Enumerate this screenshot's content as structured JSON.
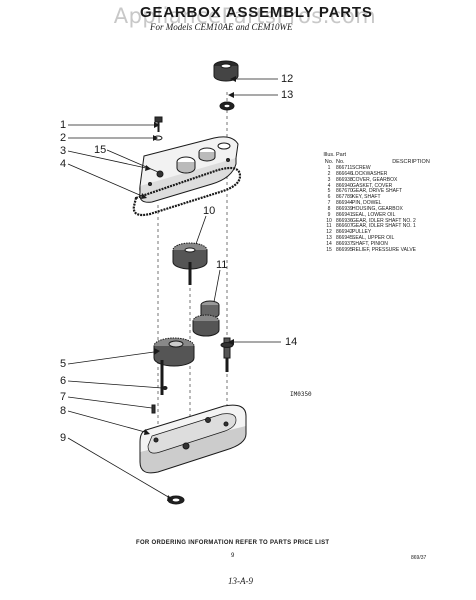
{
  "watermark": "AppliancePartsPros.com",
  "title": "GEARBOX ASSEMBLY PARTS",
  "subtitle": "For Models CEM10AE and CEM10WE",
  "figure_code": "IM0350",
  "callouts": [
    "1",
    "2",
    "3",
    "4",
    "5",
    "6",
    "7",
    "8",
    "9",
    "10",
    "11",
    "12",
    "13",
    "14",
    "15"
  ],
  "parts_table": {
    "headers": {
      "illus_top": "Illus.",
      "illus_bottom": "No.",
      "part_top": "Part",
      "part_bottom": "No.",
      "description": "DESCRIPTION"
    },
    "rows": [
      {
        "no": "1",
        "part": "866711",
        "desc": "SCREW"
      },
      {
        "no": "2",
        "part": "866646",
        "desc": "LOCKWASHER"
      },
      {
        "no": "3",
        "part": "866938",
        "desc": "COVER, GEARBOX"
      },
      {
        "no": "4",
        "part": "866940",
        "desc": "GASKET, COVER"
      },
      {
        "no": "5",
        "part": "867670",
        "desc": "GEAR, DRIVE SHAFT"
      },
      {
        "no": "6",
        "part": "867789",
        "desc": "KEY, SHAFT"
      },
      {
        "no": "7",
        "part": "866944",
        "desc": "PIN, DOWEL"
      },
      {
        "no": "8",
        "part": "866939",
        "desc": "HOUSING, GEARBOX"
      },
      {
        "no": "9",
        "part": "866941",
        "desc": "SEAL, LOWER OIL"
      },
      {
        "no": "10",
        "part": "866936",
        "desc": "GEAR, IDLER SHAFT NO. 2"
      },
      {
        "no": "11",
        "part": "866607",
        "desc": "GEAR, IDLER SHAFT NO. 1"
      },
      {
        "no": "12",
        "part": "866942",
        "desc": "PULLEY"
      },
      {
        "no": "13",
        "part": "866945",
        "desc": "SEAL, UPPER OIL"
      },
      {
        "no": "14",
        "part": "866937",
        "desc": "SHAFT, PINION"
      },
      {
        "no": "15",
        "part": "866995",
        "desc": "RELIEF, PRESSURE VALVE"
      }
    ]
  },
  "footer": "FOR ORDERING INFORMATION REFER TO PARTS PRICE LIST",
  "page_number": "9",
  "date_code": "869/37",
  "hand_note": "13-A-9"
}
